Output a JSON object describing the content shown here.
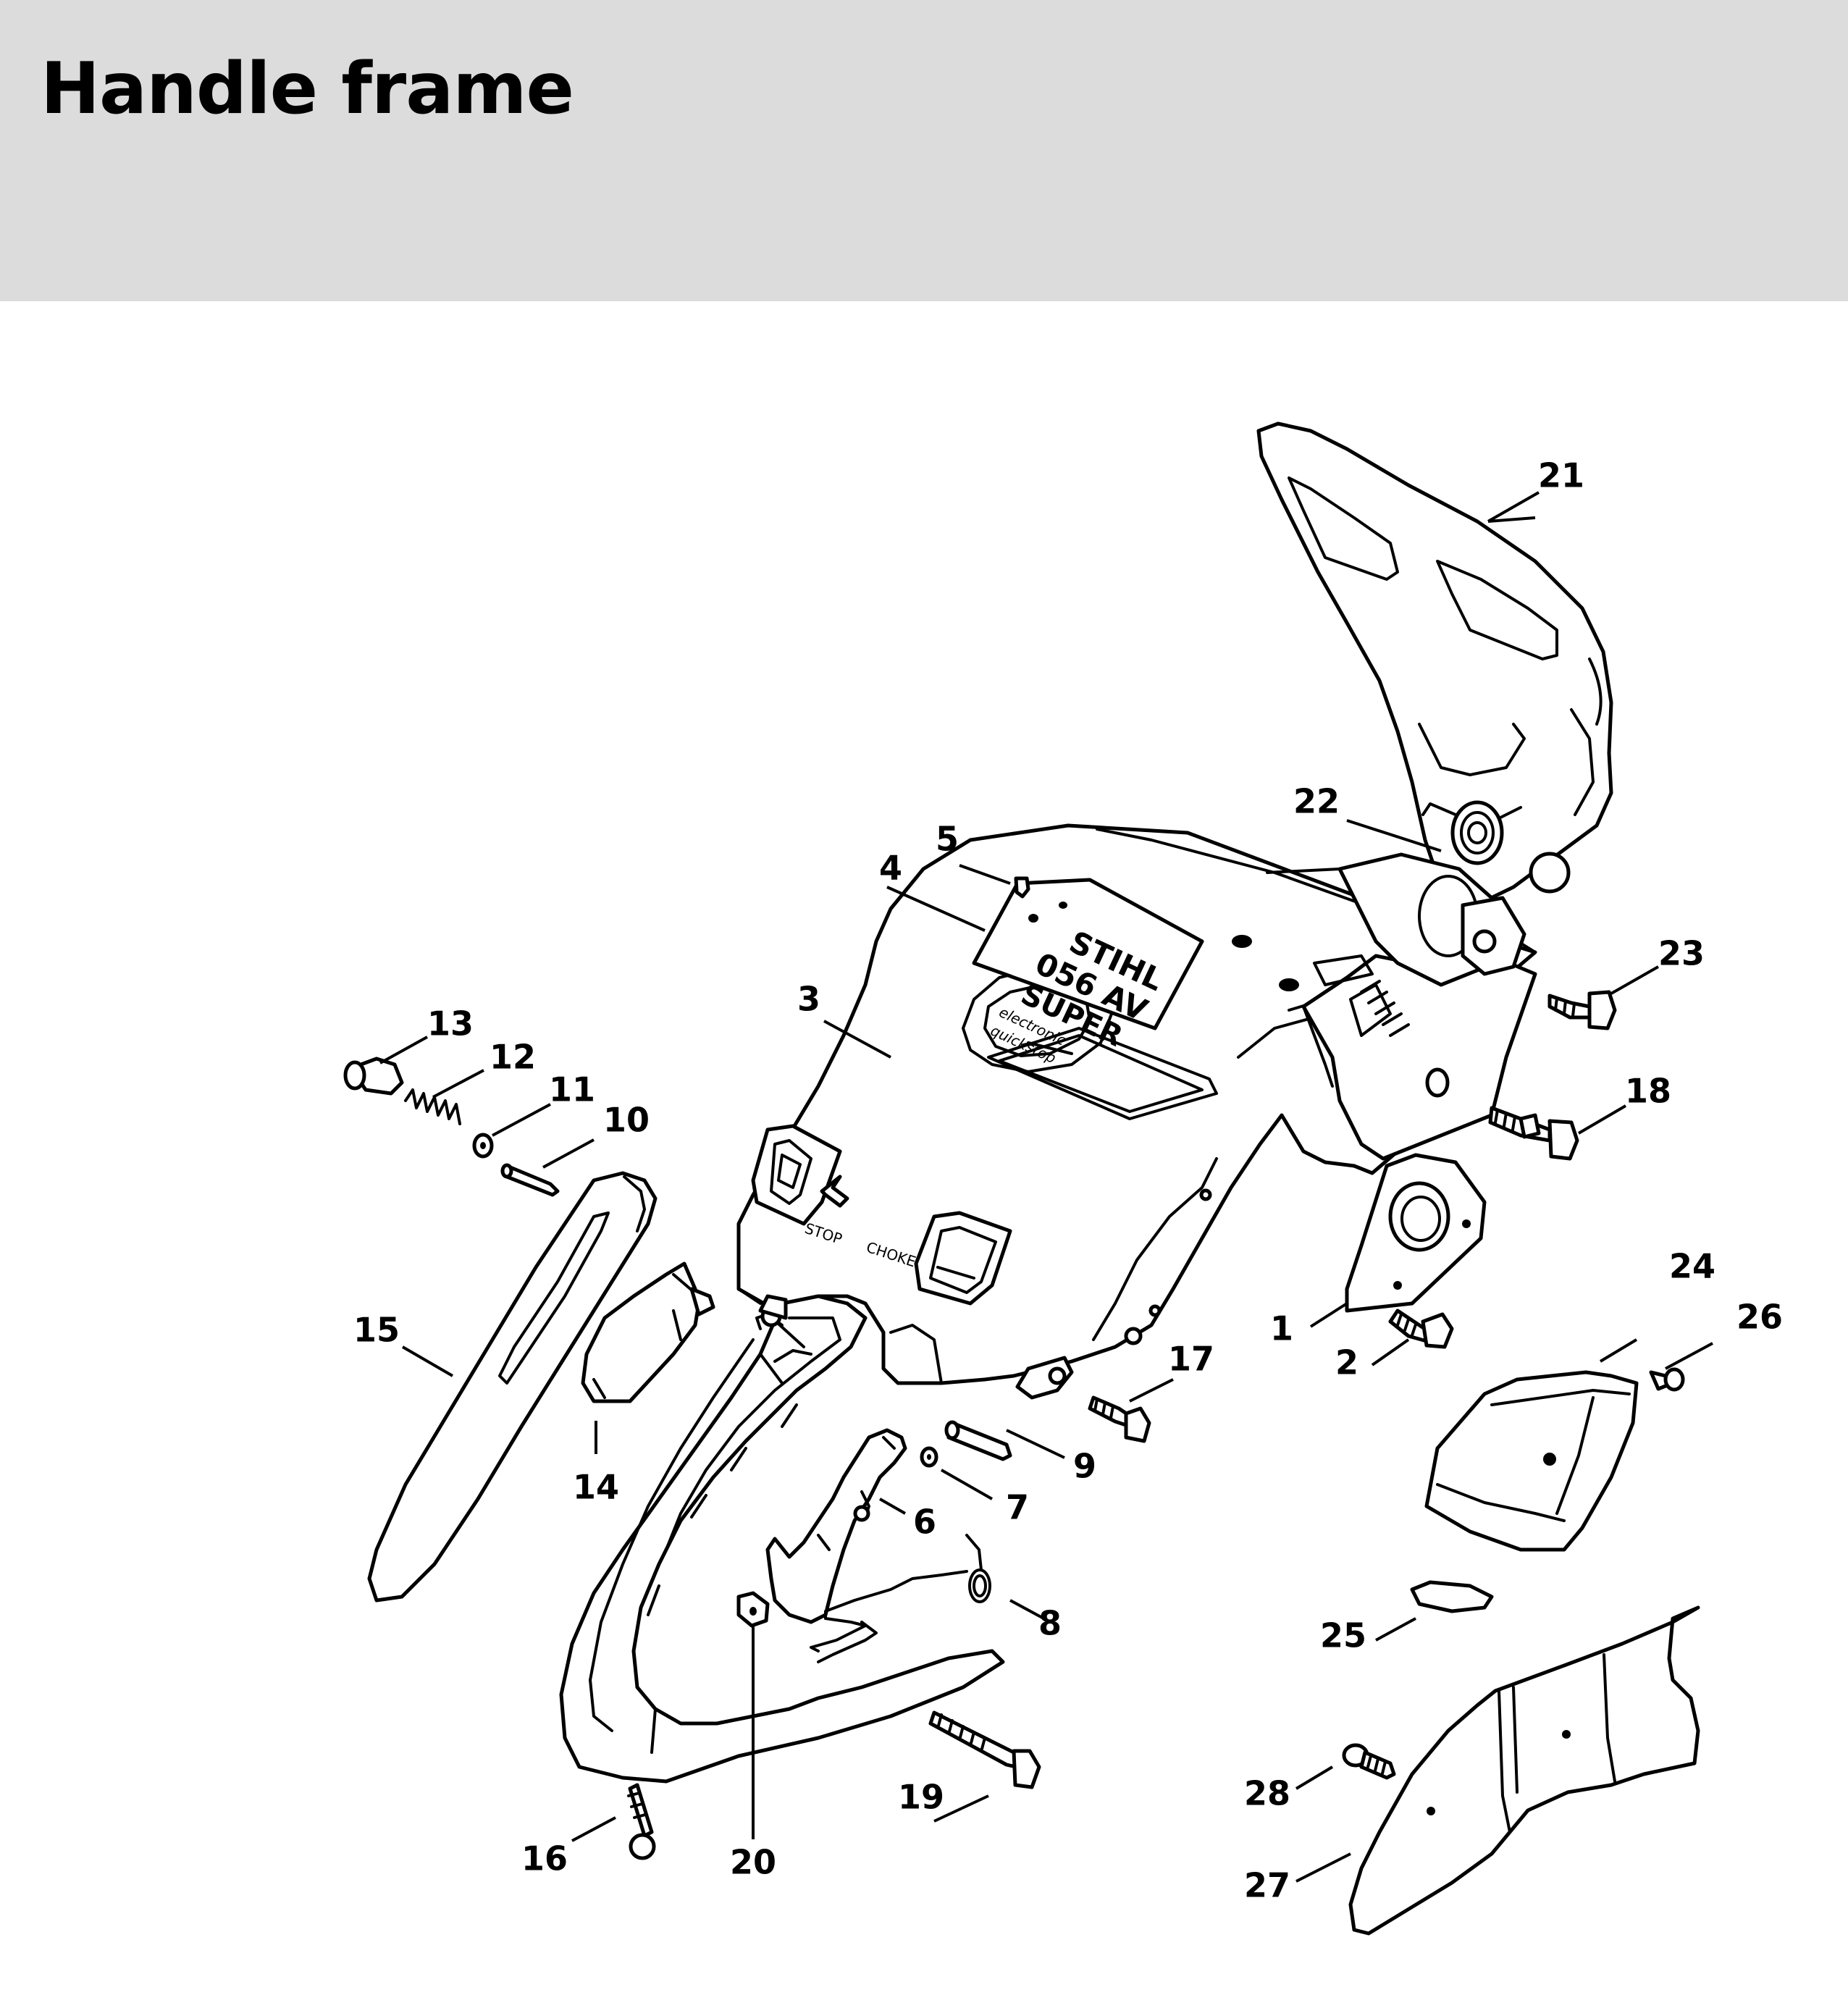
{
  "page": {
    "title": "Handle frame"
  },
  "header_color": "#dbdcdb",
  "label_plate": [
    "STIHL",
    "056 AV",
    "SUPER",
    "electronic",
    "quickstop"
  ],
  "housing_marks": {
    "stop": "STOP",
    "choke": "CHOKE"
  },
  "callouts": [
    "1",
    "2",
    "3",
    "4",
    "5",
    "6",
    "7",
    "8",
    "9",
    "10",
    "11",
    "12",
    "13",
    "14",
    "15",
    "16",
    "17",
    "18",
    "19",
    "20",
    "21",
    "22",
    "23",
    "24",
    "25",
    "26",
    "27",
    "28"
  ]
}
